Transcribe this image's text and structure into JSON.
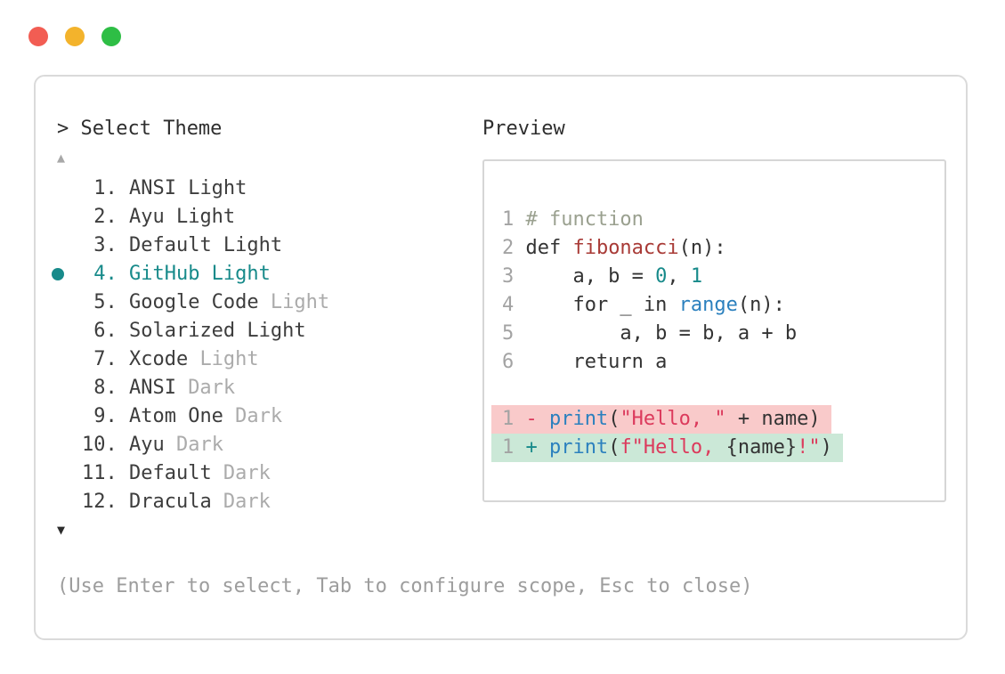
{
  "window": {
    "traffic_lights": [
      {
        "name": "close-button",
        "color": "#f25d53"
      },
      {
        "name": "minimize-button",
        "color": "#f3b32c"
      },
      {
        "name": "zoom-button",
        "color": "#2ebe45"
      }
    ]
  },
  "header": {
    "prompt": ">",
    "title": "Select Theme"
  },
  "theme_list": {
    "scroll_up_indicator": "▲",
    "scroll_down_indicator": "▼",
    "selected_indicator": "teal-dot",
    "selected_color": "#178a8a",
    "variant_color": "#ababab",
    "items": [
      {
        "num": "1.",
        "name": "ANSI Light"
      },
      {
        "num": "2.",
        "name": "Ayu Light"
      },
      {
        "num": "3.",
        "name": "Default Light"
      },
      {
        "num": "4.",
        "name": "GitHub Light",
        "selected": true
      },
      {
        "num": "5.",
        "name": "Google Code",
        "variant": "Light"
      },
      {
        "num": "6.",
        "name": "Solarized Light"
      },
      {
        "num": "7.",
        "name": "Xcode",
        "variant": "Light"
      },
      {
        "num": "8.",
        "name": "ANSI",
        "variant": "Dark"
      },
      {
        "num": "9.",
        "name": "Atom One",
        "variant": "Dark"
      },
      {
        "num": "10.",
        "name": "Ayu",
        "variant": "Dark"
      },
      {
        "num": "11.",
        "name": "Default",
        "variant": "Dark"
      },
      {
        "num": "12.",
        "name": "Dracula",
        "variant": "Dark"
      }
    ]
  },
  "preview": {
    "label": "Preview",
    "syntax_colors": {
      "default": "#333333",
      "comment": "#9aa08f",
      "function_name": "#a83a36",
      "number": "#178a8a",
      "builtin": "#2b80be",
      "string": "#dc3a5c",
      "line_number": "#a3a3a3",
      "diff_removed_bg": "#f9caca",
      "diff_added_bg": "#cbe8d7"
    },
    "code": {
      "l1": {
        "ln": "1",
        "comment": "# function"
      },
      "l2": {
        "ln": "2",
        "kw": "def ",
        "fn": "fibonacci",
        "rest": "(n):"
      },
      "l3": {
        "ln": "3",
        "pre": "    a, b = ",
        "n1": "0",
        "mid": ", ",
        "n2": "1"
      },
      "l4": {
        "ln": "4",
        "pre": "    for _ in ",
        "call": "range",
        "rest": "(n):"
      },
      "l5": {
        "ln": "5",
        "text": "        a, b = b, a + b"
      },
      "l6": {
        "ln": "6",
        "text": "    return a"
      },
      "removed": {
        "ln": "1",
        "sign": "-",
        "call": "print",
        "open": "(",
        "str": "\"Hello, \"",
        "rest": " + name)"
      },
      "added": {
        "ln": "1",
        "sign": "+",
        "call": "print",
        "open": "(",
        "str1": "f\"Hello, ",
        "var": "{name}",
        "str2": "!\"",
        "close": ")"
      }
    }
  },
  "help_text": "(Use Enter to select, Tab to configure scope, Esc to close)"
}
